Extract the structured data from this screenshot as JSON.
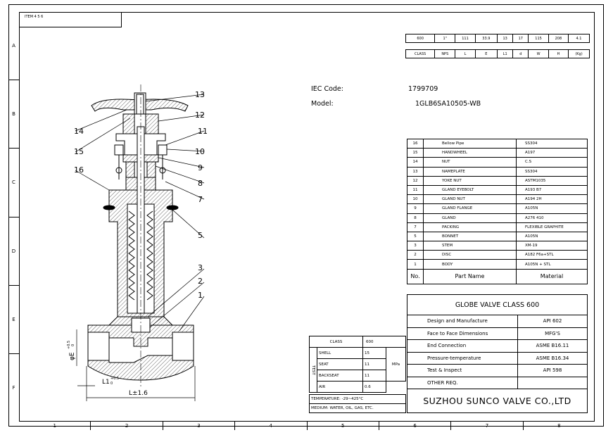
{
  "item_label": "ITEM 4 5 6",
  "zones_cols": [
    "1",
    "2",
    "3",
    "4",
    "5",
    "6",
    "7",
    "8"
  ],
  "zones_rows": [
    "A",
    "B",
    "C",
    "D",
    "E",
    "F"
  ],
  "dimensions": {
    "values": [
      "600",
      "1\"",
      "111",
      "33.9",
      "13",
      "17",
      "115",
      "208",
      "4.1"
    ],
    "headers": [
      "CLASS",
      "NPS",
      "L",
      "E",
      "L1",
      "d",
      "W",
      "H",
      "(Kg)"
    ]
  },
  "iec": {
    "code_label": "IEC Code:",
    "code_value": "1799709",
    "model_label": "Model:",
    "model_value": "1GLB6SA10505-WB"
  },
  "parts": [
    {
      "no": "16",
      "name": "Bellow Pipe",
      "material": "SS304"
    },
    {
      "no": "15",
      "name": "HANDWHEEL",
      "material": "A197"
    },
    {
      "no": "14",
      "name": "NUT",
      "material": "C.S"
    },
    {
      "no": "13",
      "name": "NAMEPLATE",
      "material": "SS304"
    },
    {
      "no": "12",
      "name": "YOKE NUT",
      "material": "ASTM1035"
    },
    {
      "no": "11",
      "name": "GLAND EYEBOLT",
      "material": "A193 B7"
    },
    {
      "no": "10",
      "name": "GLAND NUT",
      "material": "A194 2H"
    },
    {
      "no": "9",
      "name": "GLAND FLANGE",
      "material": "A105N"
    },
    {
      "no": "8",
      "name": "GLAND",
      "material": "A276 410"
    },
    {
      "no": "7",
      "name": "PACKING",
      "material": "FLEXIBLE GRAPHITE"
    },
    {
      "no": "5",
      "name": "BONNET",
      "material": "A105N"
    },
    {
      "no": "3",
      "name": "STEM",
      "material": "XM-19"
    },
    {
      "no": "2",
      "name": "DISC",
      "material": "A182 F6a+STL"
    },
    {
      "no": "1",
      "name": "BODY",
      "material": "A105N + STL"
    }
  ],
  "parts_header": {
    "no": "No.",
    "name": "Part Name",
    "material": "Material"
  },
  "spec_title": "GLOBE VALVE CLASS 600",
  "specs": [
    {
      "label": "Design and Manufacture",
      "value": "API 602"
    },
    {
      "label": "Face to Face Dimensions",
      "value": "MFG'S"
    },
    {
      "label": "End Connection",
      "value": "ASME B16.11"
    },
    {
      "label": "Pressure-temperature",
      "value": "ASME B16.34"
    },
    {
      "label": "Test & Inspect",
      "value": "API 598"
    },
    {
      "label": "OTHER REQ.",
      "value": ""
    }
  ],
  "company": "SUZHOU SUNCO VALVE CO.,LTD",
  "test": {
    "class_label": "CLASS",
    "class_value": "600",
    "vertical": "TEST",
    "unit": "MPa",
    "rows": [
      {
        "label": "SHELL",
        "value": "15"
      },
      {
        "label": "SEAT",
        "value": "11"
      },
      {
        "label": "BACKSEAT",
        "value": "11"
      },
      {
        "label": "AIR",
        "value": "0.6"
      }
    ]
  },
  "notes": {
    "temperature": "TEMPERATURE: -29~425°C",
    "medium": "MEDIUM: WATER, OIL, GAS, ETC."
  },
  "drawing": {
    "balloons": [
      "13",
      "12",
      "11",
      "10",
      "9",
      "8",
      "7",
      "5",
      "3",
      "2",
      "1",
      "14",
      "15",
      "16"
    ],
    "dim_L": "L±1.6",
    "dim_L1": "L1",
    "dim_L1_tol": "+0.5",
    "dim_L1_tol2": "0",
    "dim_E": "φE",
    "dim_E_tol": "+0.5",
    "dim_E_tol2": "0"
  }
}
